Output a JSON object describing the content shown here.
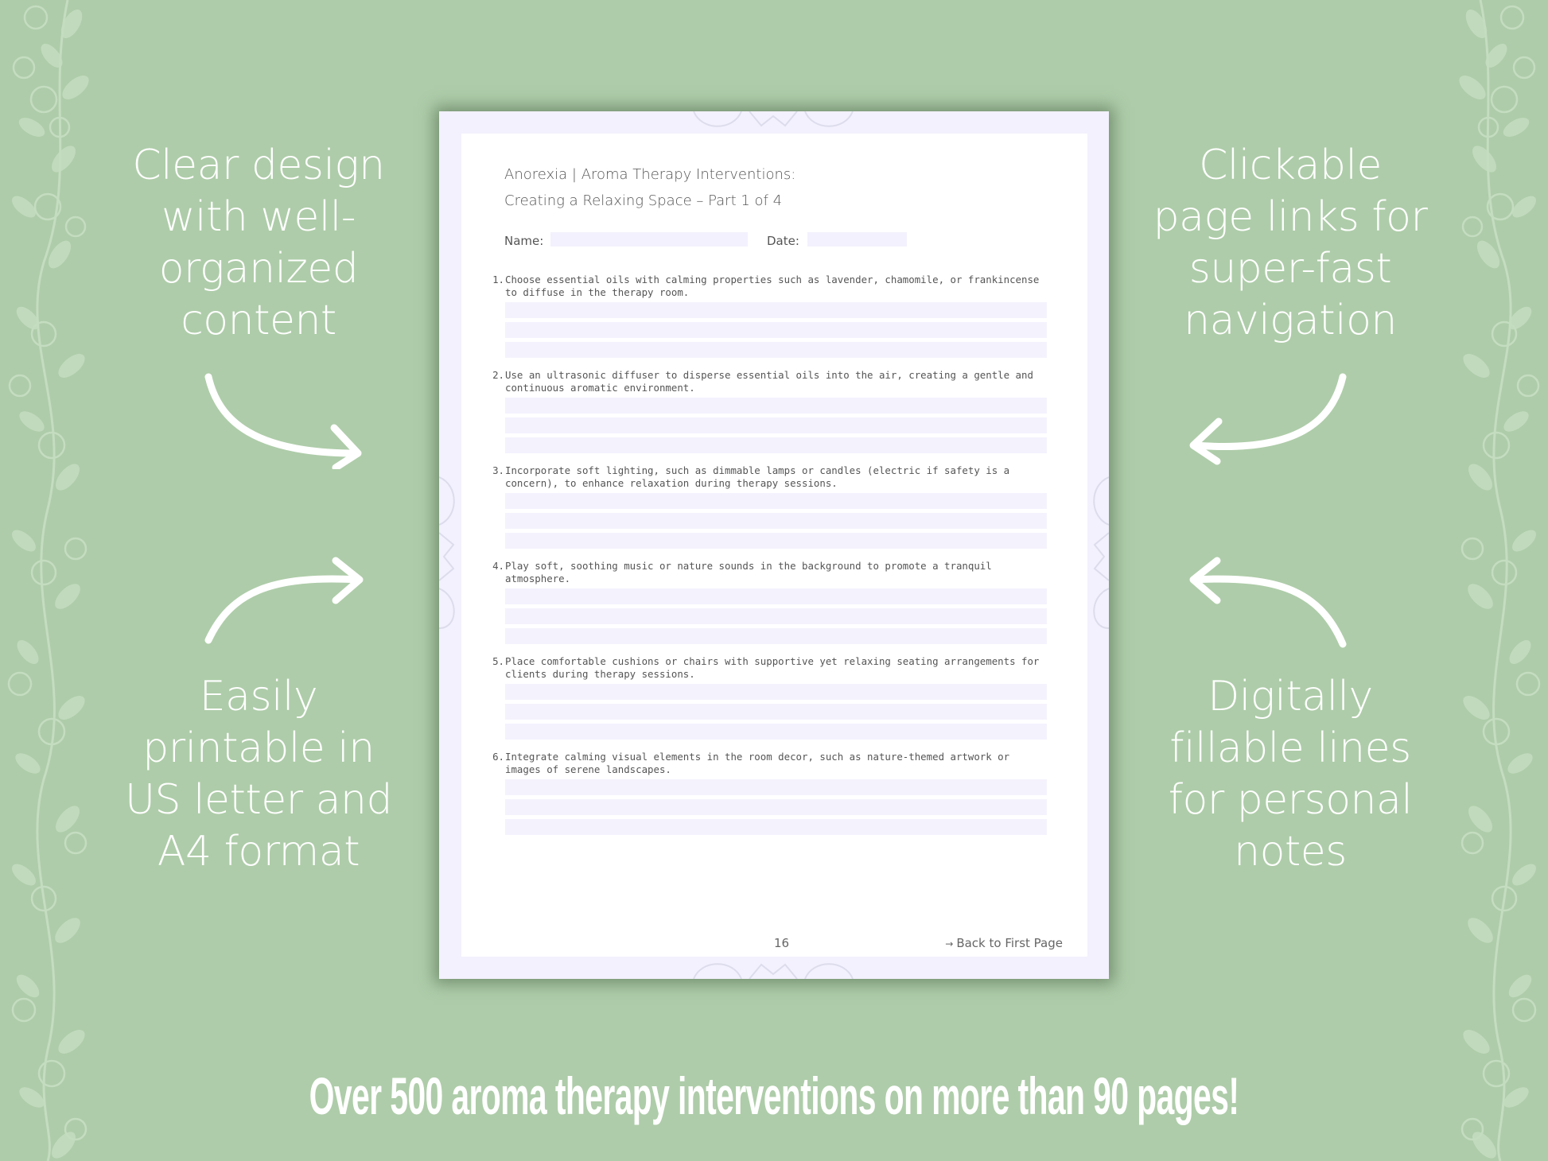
{
  "colors": {
    "background": "#aecca9",
    "vine": "#c4dcc0",
    "page_border": "#f3f1fd",
    "fill_line": "#f4f2fd",
    "text_white": "#ffffff",
    "doc_text": "#555555"
  },
  "features": {
    "top_left": {
      "lines": [
        "Clear design",
        "with well-",
        "organized",
        "content"
      ]
    },
    "bottom_left": {
      "lines": [
        "Easily",
        "printable in",
        "US letter and",
        "A4 format"
      ]
    },
    "top_right": {
      "lines": [
        "Clickable",
        "page links for",
        "super-fast",
        "navigation"
      ]
    },
    "bottom_right": {
      "lines": [
        "Digitally",
        "fillable lines",
        "for personal",
        "notes"
      ]
    }
  },
  "document": {
    "title_line1": "Anorexia | Aroma Therapy Interventions:",
    "title_line2": "Creating a Relaxing Space – Part 1 of 4",
    "name_label": "Name:",
    "date_label": "Date:",
    "items": [
      {
        "num": "1.",
        "lines": [
          "Choose essential oils with calming properties such as lavender, chamomile, or frankincense",
          "to diffuse in the therapy room."
        ]
      },
      {
        "num": "2.",
        "lines": [
          "Use an ultrasonic diffuser to disperse essential oils into the air, creating a gentle and",
          "continuous aromatic environment."
        ]
      },
      {
        "num": "3.",
        "lines": [
          "Incorporate soft lighting, such as dimmable lamps or candles (electric if safety is a",
          "concern), to enhance relaxation during therapy sessions."
        ]
      },
      {
        "num": "4.",
        "lines": [
          "Play soft, soothing music or nature sounds in the background to promote a tranquil",
          "atmosphere."
        ]
      },
      {
        "num": "5.",
        "lines": [
          "Place comfortable cushions or chairs with supportive yet relaxing seating arrangements for",
          "clients during therapy sessions."
        ]
      },
      {
        "num": "6.",
        "lines": [
          "Integrate calming visual elements in the room decor, such as nature-themed artwork or",
          "images of serene landscapes."
        ]
      }
    ],
    "page_number": "16",
    "back_link_icon": "arrow-right-icon",
    "back_link_arrow": "→",
    "back_link_label": "Back to First Page"
  },
  "headline": "Over 500 aroma therapy interventions on more than 90 pages!"
}
